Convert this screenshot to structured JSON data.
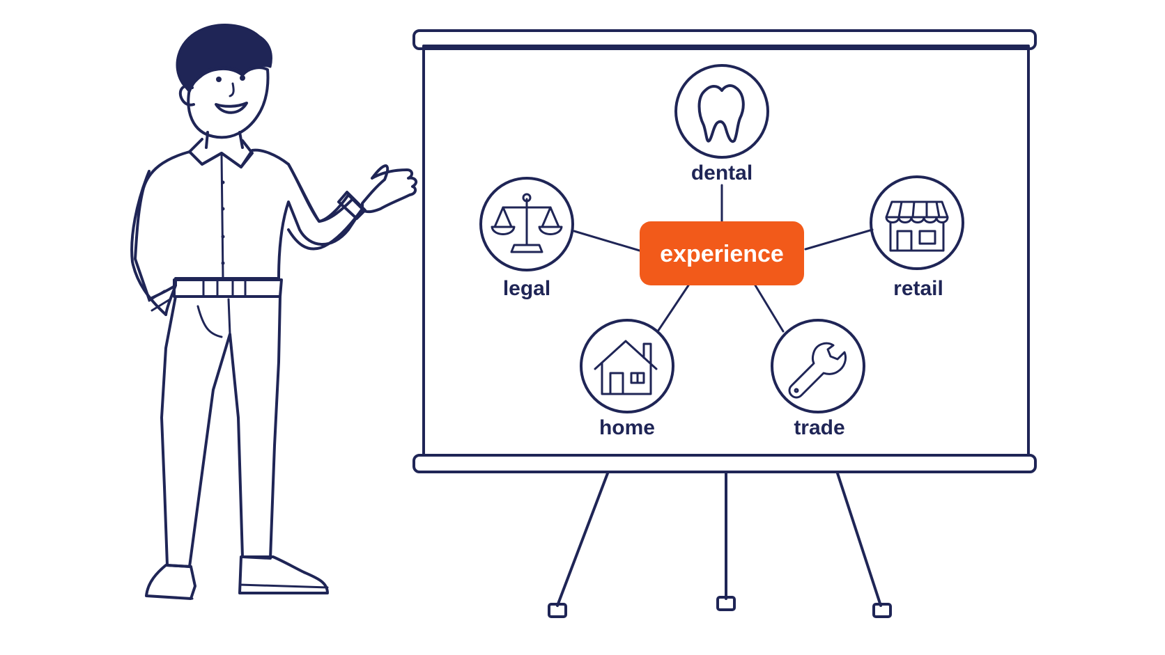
{
  "diagram": {
    "hub": {
      "label": "experience"
    },
    "nodes": [
      {
        "id": "dental",
        "label": "dental",
        "icon": "tooth-icon"
      },
      {
        "id": "legal",
        "label": "legal",
        "icon": "scales-icon"
      },
      {
        "id": "retail",
        "label": "retail",
        "icon": "storefront-icon"
      },
      {
        "id": "home",
        "label": "home",
        "icon": "house-icon"
      },
      {
        "id": "trade",
        "label": "trade",
        "icon": "wrench-icon"
      }
    ]
  },
  "colors": {
    "ink": "#1f2556",
    "accent": "#f25a1a",
    "background": "#ffffff"
  }
}
